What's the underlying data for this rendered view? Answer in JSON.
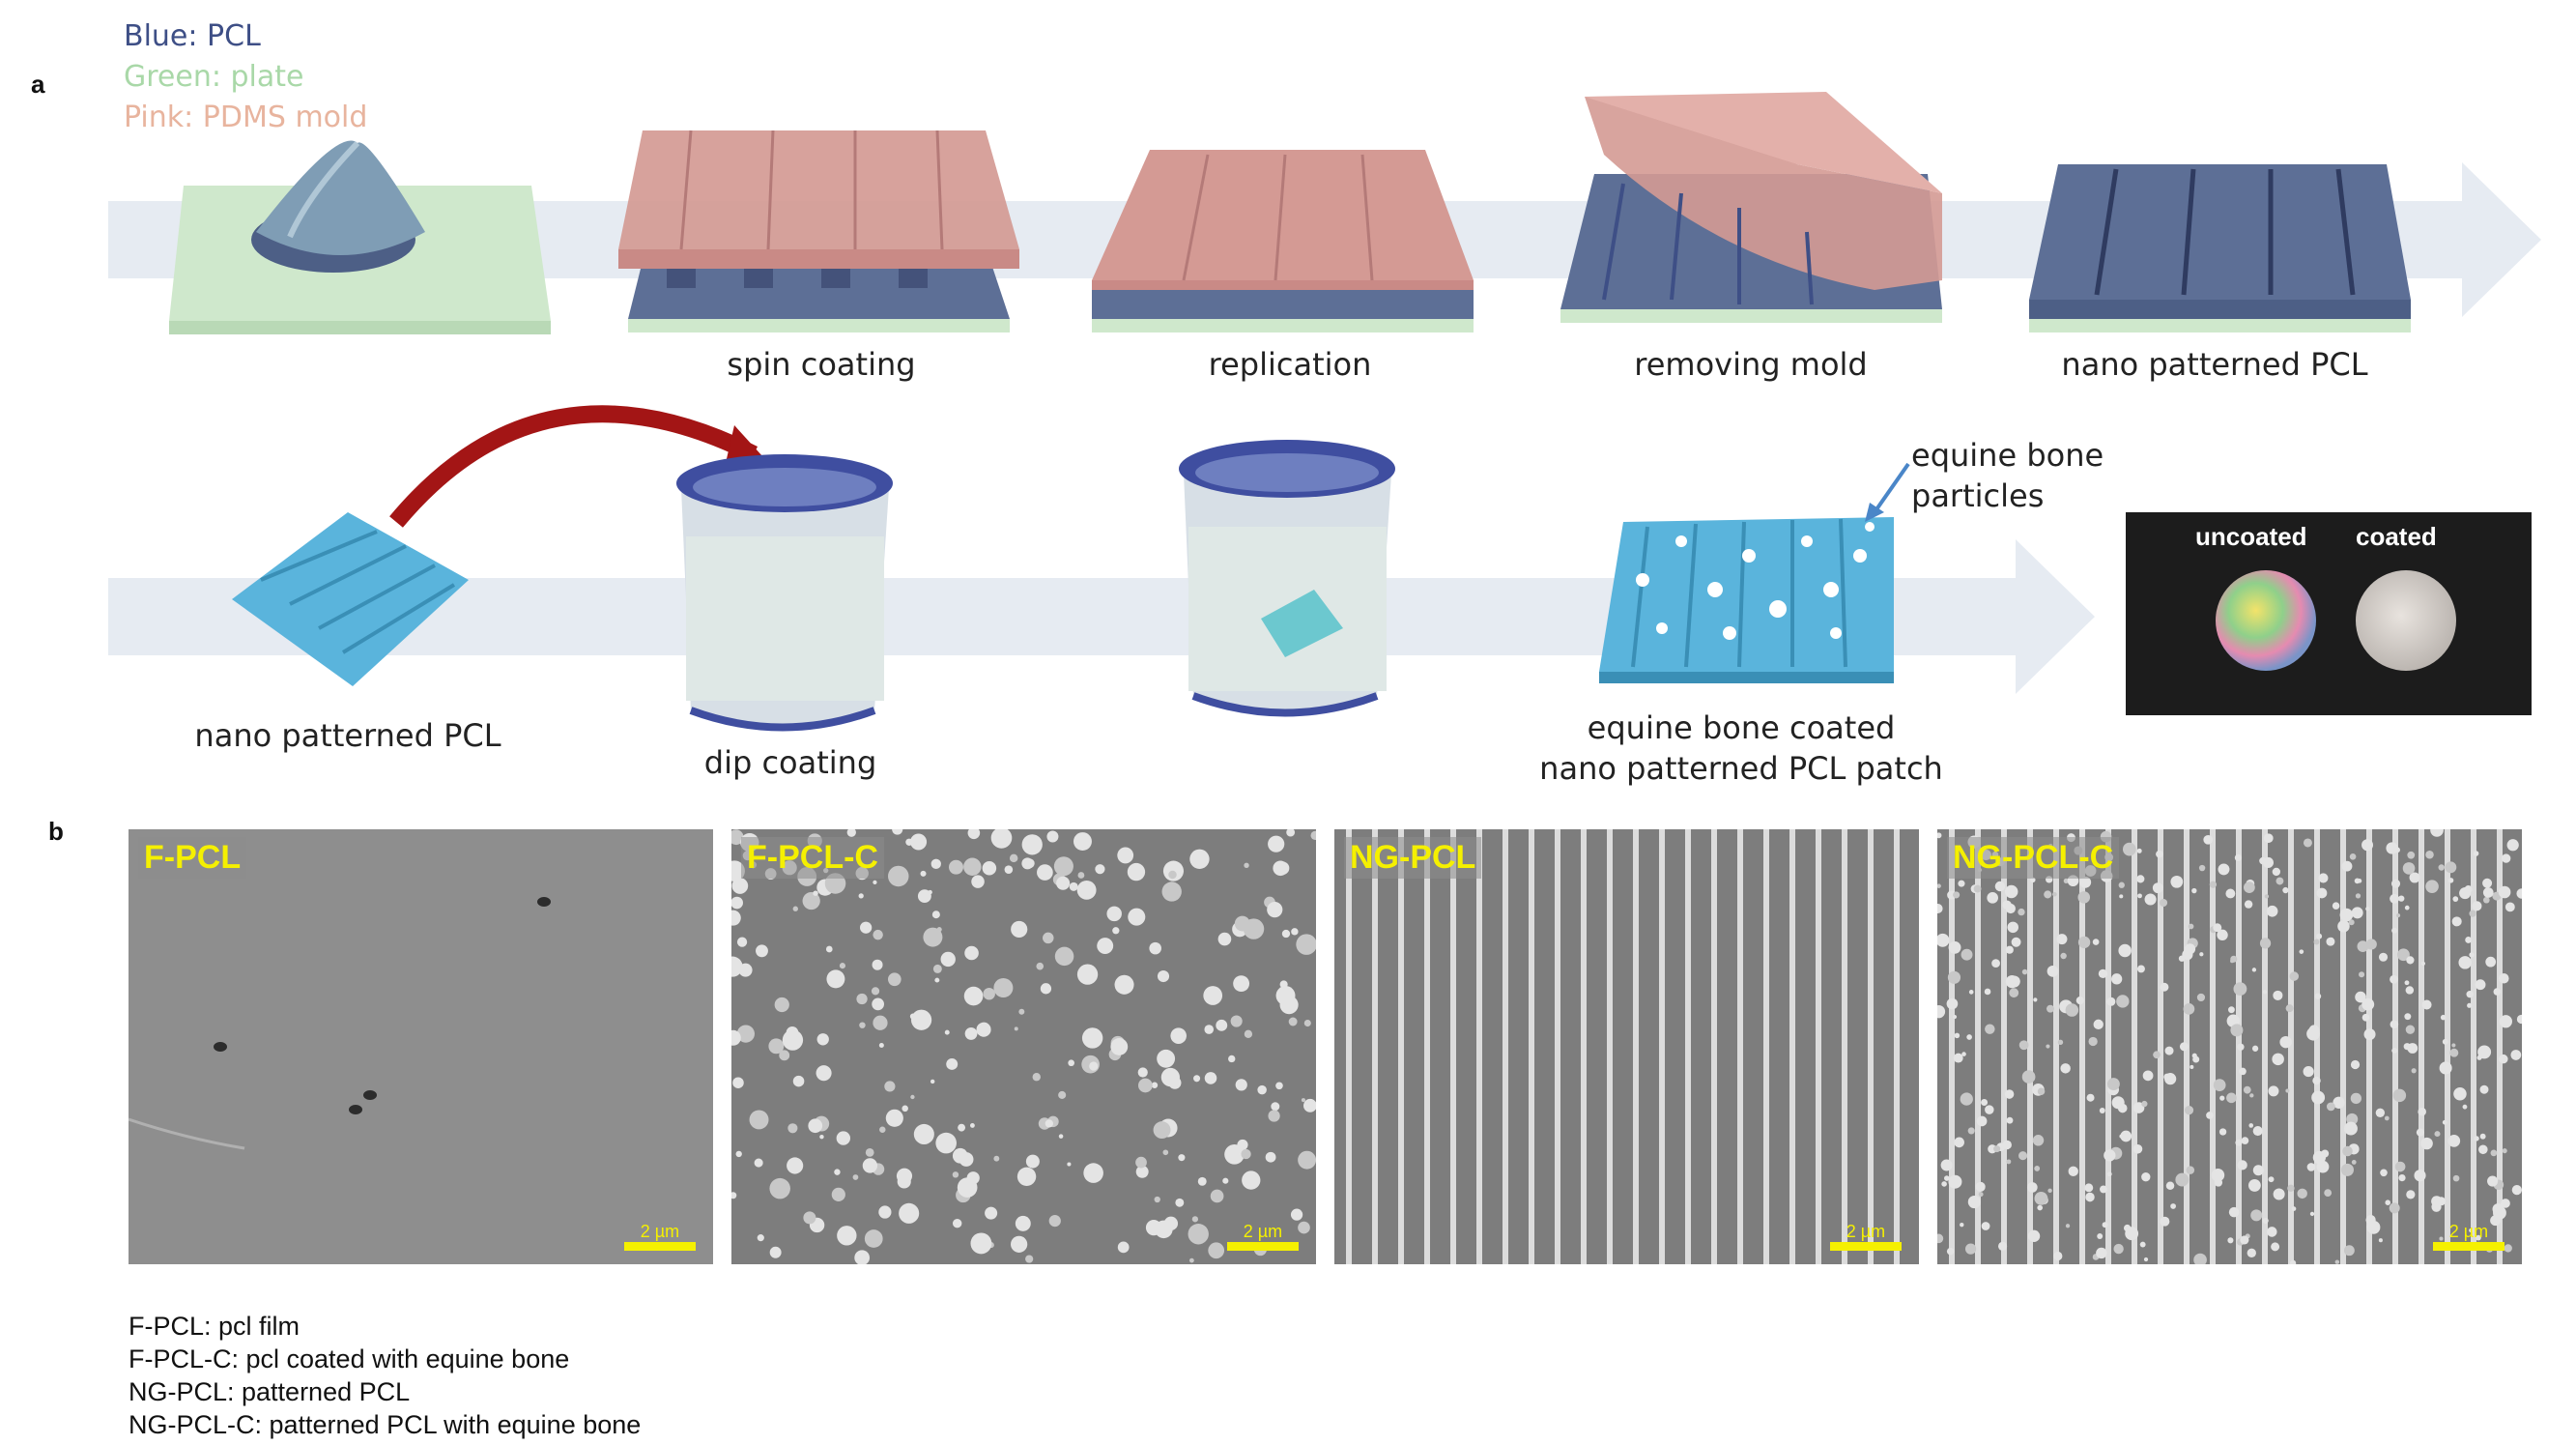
{
  "panel_labels": {
    "a": "a",
    "b": "b"
  },
  "legend": [
    {
      "text": "Blue: PCL",
      "color": "#3e4f86"
    },
    {
      "text": "Green: plate",
      "color": "#a9d8a8"
    },
    {
      "text": "Pink: PDMS mold",
      "color": "#e8b49e"
    }
  ],
  "colors": {
    "pcl": "#5d6f96",
    "pcl_light": "#5ab4dc",
    "plate": "#cfe8cc",
    "mold": "#d49a94",
    "arrow_band": "#e6ebf2",
    "red_arrow": "#a31515",
    "highlight": "#f5f000"
  },
  "steps_row1": [
    {
      "label": ""
    },
    {
      "label": "spin coating"
    },
    {
      "label": "replication"
    },
    {
      "label": "removing mold"
    },
    {
      "label": "nano patterned PCL"
    }
  ],
  "steps_row2": [
    {
      "label": "nano patterned PCL"
    },
    {
      "label": "dip coating"
    },
    {
      "label": ""
    },
    {
      "label": "equine bone coated\nnano patterned PCL patch"
    }
  ],
  "particles_callout": "equine bone\nparticles",
  "photo": {
    "left_label": "uncoated",
    "right_label": "coated"
  },
  "sem_panels": [
    {
      "title": "F-PCL",
      "scale": "2 µm",
      "texture": "flat"
    },
    {
      "title": "F-PCL-C",
      "scale": "2 µm",
      "texture": "particles"
    },
    {
      "title": "NG-PCL",
      "scale": "2 µm",
      "texture": "grooves"
    },
    {
      "title": "NG-PCL-C",
      "scale": "2 µm",
      "texture": "grooves-particles"
    }
  ],
  "definitions": [
    "F-PCL: pcl film",
    "F-PCL-C: pcl coated with  equine bone",
    "NG-PCL: patterned PCL",
    "NG-PCL-C: patterned PCL with  equine bone"
  ]
}
